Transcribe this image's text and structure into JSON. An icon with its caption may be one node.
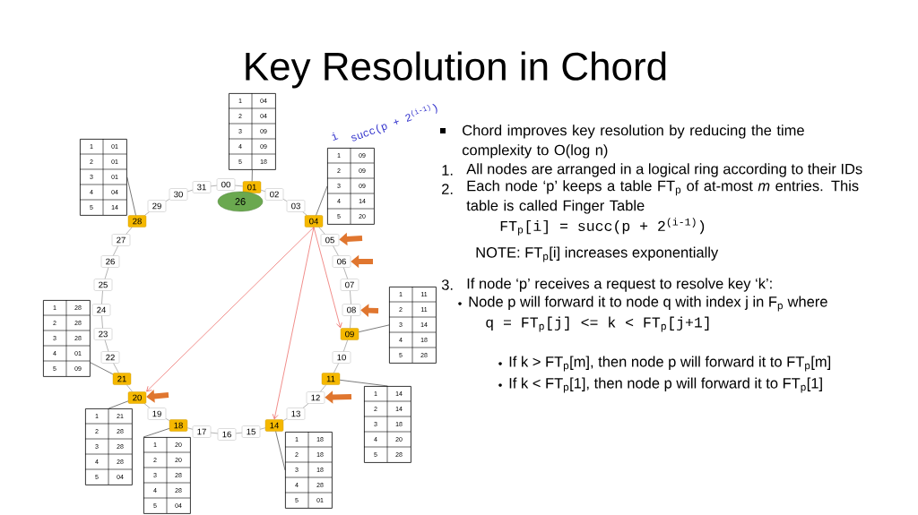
{
  "diagram": {
    "title": "Key Resolution in Chord",
    "nodes": [
      {
        "text": [
          "00"
        ]
      },
      {
        "text": [
          "01"
        ]
      },
      {
        "text": [
          "02"
        ]
      },
      {
        "text": [
          "03"
        ]
      },
      {
        "text": [
          "04"
        ]
      },
      {
        "text": [
          "05"
        ]
      },
      {
        "text": [
          "06"
        ]
      },
      {
        "text": [
          "07"
        ]
      },
      {
        "text": [
          "08"
        ]
      },
      {
        "text": [
          "09"
        ]
      },
      {
        "text": [
          "10"
        ]
      },
      {
        "text": [
          "11"
        ]
      },
      {
        "text": [
          "12"
        ]
      },
      {
        "text": [
          "13"
        ]
      },
      {
        "text": [
          "14"
        ]
      },
      {
        "text": [
          "15"
        ]
      },
      {
        "text": [
          "16"
        ]
      },
      {
        "text": [
          "17"
        ]
      },
      {
        "text": [
          "18"
        ]
      },
      {
        "text": [
          "19"
        ]
      },
      {
        "text": [
          "20"
        ]
      },
      {
        "text": [
          "21"
        ]
      },
      {
        "text": [
          "22"
        ]
      },
      {
        "text": [
          "23"
        ]
      },
      {
        "text": [
          "24"
        ]
      },
      {
        "text": [
          "25"
        ]
      },
      {
        "text": [
          "26"
        ]
      },
      {
        "text": [
          "27"
        ]
      },
      {
        "text": [
          "28"
        ]
      },
      {
        "text": [
          "29"
        ]
      },
      {
        "text": [
          "30"
        ]
      },
      {
        "text": [
          "31"
        ]
      },
      {
        "text": [
          "26"
        ]
      },
      {
        "text": [
          "1",
          "04",
          "2",
          "04",
          "3",
          "09",
          "4",
          "09",
          "5",
          "18"
        ]
      },
      {
        "text": [
          "1",
          "01",
          "2",
          "01",
          "3",
          "01",
          "4",
          "04",
          "5",
          "14"
        ]
      },
      {
        "text": [
          "1",
          "09",
          "2",
          "09",
          "3",
          "09",
          "4",
          "14",
          "5",
          "20"
        ],
        "beside": [
          "i",
          "succ(p + 2$^{(i-1)}$)"
        ]
      },
      {
        "text": [
          "1",
          "28",
          "2",
          "28",
          "3",
          "28",
          "4",
          "01",
          "5",
          "09"
        ]
      },
      {
        "text": [
          "1",
          "11",
          "2",
          "11",
          "3",
          "14",
          "4",
          "18",
          "5",
          "28"
        ]
      },
      {
        "text": [
          "1",
          "14",
          "2",
          "14",
          "3",
          "18",
          "4",
          "20",
          "5",
          "28"
        ]
      },
      {
        "text": [
          "1",
          "21",
          "2",
          "28",
          "3",
          "28",
          "4",
          "28",
          "5",
          "04"
        ]
      },
      {
        "text": [
          "1",
          "20",
          "2",
          "20",
          "3",
          "28",
          "4",
          "28",
          "5",
          "04"
        ]
      },
      {
        "text": [
          "1",
          "18",
          "2",
          "18",
          "3",
          "18",
          "4",
          "28",
          "5",
          "01"
        ]
      }
    ],
    "edges": [
      {
        "from": 0,
        "to": 1,
        "arrow": "none"
      },
      {
        "from": 1,
        "to": 2,
        "arrow": "none"
      },
      {
        "from": 2,
        "to": 3,
        "arrow": "none"
      },
      {
        "from": 3,
        "to": 4,
        "arrow": "none"
      },
      {
        "from": 4,
        "to": 5,
        "arrow": "none"
      },
      {
        "from": 5,
        "to": 6,
        "arrow": "none"
      },
      {
        "from": 6,
        "to": 7,
        "arrow": "none"
      },
      {
        "from": 7,
        "to": 8,
        "arrow": "none"
      },
      {
        "from": 8,
        "to": 9,
        "arrow": "none"
      },
      {
        "from": 9,
        "to": 10,
        "arrow": "none"
      },
      {
        "from": 10,
        "to": 11,
        "arrow": "none"
      },
      {
        "from": 11,
        "to": 12,
        "arrow": "none"
      },
      {
        "from": 12,
        "to": 13,
        "arrow": "none"
      },
      {
        "from": 13,
        "to": 14,
        "arrow": "none"
      },
      {
        "from": 14,
        "to": 15,
        "arrow": "none"
      },
      {
        "from": 15,
        "to": 16,
        "arrow": "none"
      },
      {
        "from": 16,
        "to": 17,
        "arrow": "none"
      },
      {
        "from": 17,
        "to": 18,
        "arrow": "none"
      },
      {
        "from": 18,
        "to": 19,
        "arrow": "none"
      },
      {
        "from": 19,
        "to": 20,
        "arrow": "none"
      },
      {
        "from": 20,
        "to": 21,
        "arrow": "none"
      },
      {
        "from": 21,
        "to": 22,
        "arrow": "none"
      },
      {
        "from": 22,
        "to": 23,
        "arrow": "none"
      },
      {
        "from": 23,
        "to": 24,
        "arrow": "none"
      },
      {
        "from": 24,
        "to": 25,
        "arrow": "none"
      },
      {
        "from": 25,
        "to": 26,
        "arrow": "none"
      },
      {
        "from": 26,
        "to": 27,
        "arrow": "none"
      },
      {
        "from": 27,
        "to": 28,
        "arrow": "none"
      },
      {
        "from": 28,
        "to": 29,
        "arrow": "none"
      },
      {
        "from": 29,
        "to": 30,
        "arrow": "none"
      },
      {
        "from": 30,
        "to": 31,
        "arrow": "none"
      },
      {
        "from": 31,
        "to": 0,
        "arrow": "none"
      },
      {
        "from": 1,
        "to": 33,
        "arrow": "none",
        "color": "#222222"
      },
      {
        "from": 28,
        "to": 34,
        "arrow": "none",
        "color": "#222222"
      },
      {
        "from": 4,
        "to": 35,
        "arrow": "none",
        "color": "#222222"
      },
      {
        "from": 21,
        "to": 36,
        "arrow": "none",
        "color": "#222222"
      },
      {
        "from": 9,
        "to": 37,
        "arrow": "none",
        "color": "#222222"
      },
      {
        "from": 11,
        "to": 38,
        "arrow": "none",
        "color": "#222222"
      },
      {
        "from": 20,
        "to": 39,
        "arrow": "none",
        "color": "#222222"
      },
      {
        "from": 18,
        "to": 40,
        "arrow": "none",
        "color": "#222222"
      },
      {
        "from": 14,
        "to": 41,
        "arrow": "none",
        "color": "#222222"
      },
      {
        "from": 4,
        "to": 9,
        "arrow": "to",
        "color": "#e8413c"
      },
      {
        "from": 4,
        "to": 20,
        "arrow": "to",
        "color": "#e8413c"
      },
      {
        "from": 4,
        "to": 14,
        "arrow": "to",
        "color": "#e8413c"
      },
      {
        "from": null,
        "to": 5,
        "arrow": "to",
        "style": "thick",
        "color": "#e0762f"
      },
      {
        "from": null,
        "to": 6,
        "arrow": "to",
        "style": "thick",
        "color": "#e0762f"
      },
      {
        "from": null,
        "to": 8,
        "arrow": "to",
        "style": "thick",
        "color": "#e0762f"
      },
      {
        "from": null,
        "to": 12,
        "arrow": "to",
        "style": "thick",
        "color": "#e0762f"
      },
      {
        "from": null,
        "to": 20,
        "arrow": "to",
        "style": "thick",
        "color": "#e0762f"
      }
    ],
    "labels": [
      "Chord improves key resolution by reducing the time complexity to O(log n)",
      "1.",
      "All nodes are arranged in a logical ring according to their IDs",
      "2.",
      "Each node ‘p’ keeps a table FT$_{p}$ of at-most *m* entries. This table is called Finger Table",
      "FT$_{p}$[i] = succ(p + 2$^{(i-1)}$)",
      "NOTE: FT$_{p}$[i] increases exponentially",
      "3.",
      "If node ‘p’ receives a request to resolve key ‘k’:",
      "Node p will forward it to node q with index j in F$_{p}$ where",
      "q = FT$_{p}$[j] <= k < FT$_{p}$[j+1]",
      "If k > FT$_{p}$[m], then node p will forward it to FT$_{p}$[m]",
      "If k < FT$_{p}$[1], then node p will forward it to FT$_{p}$[1]"
    ]
  }
}
